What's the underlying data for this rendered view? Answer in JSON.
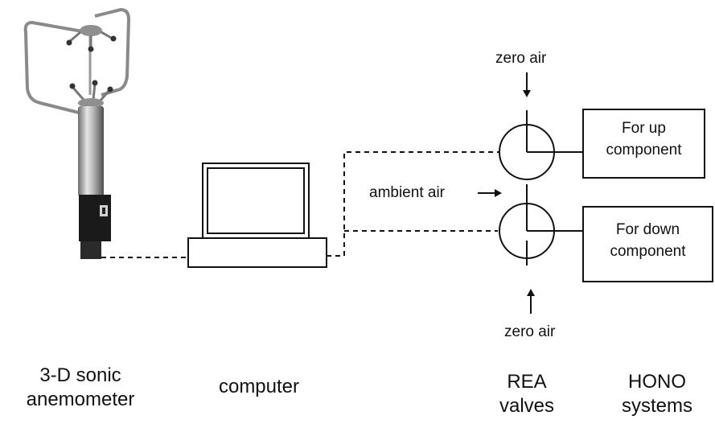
{
  "labels": {
    "zero_air_top": "zero air",
    "zero_air_bottom": "zero air",
    "ambient_air": "ambient air"
  },
  "boxes": {
    "up": {
      "line1": "For up",
      "line2": "component"
    },
    "down": {
      "line1": "For down",
      "line2": "component"
    }
  },
  "captions": {
    "anemometer": {
      "line1": "3-D sonic",
      "line2": "anemometer"
    },
    "computer": "computer",
    "rea": {
      "line1": "REA",
      "line2": "valves"
    },
    "hono": {
      "line1": "HONO",
      "line2": "systems"
    }
  },
  "colors": {
    "line": "#111111",
    "background": "#ffffff",
    "anemometer_body": "#a9a9a9",
    "anemometer_base": "#1a1a1a"
  }
}
